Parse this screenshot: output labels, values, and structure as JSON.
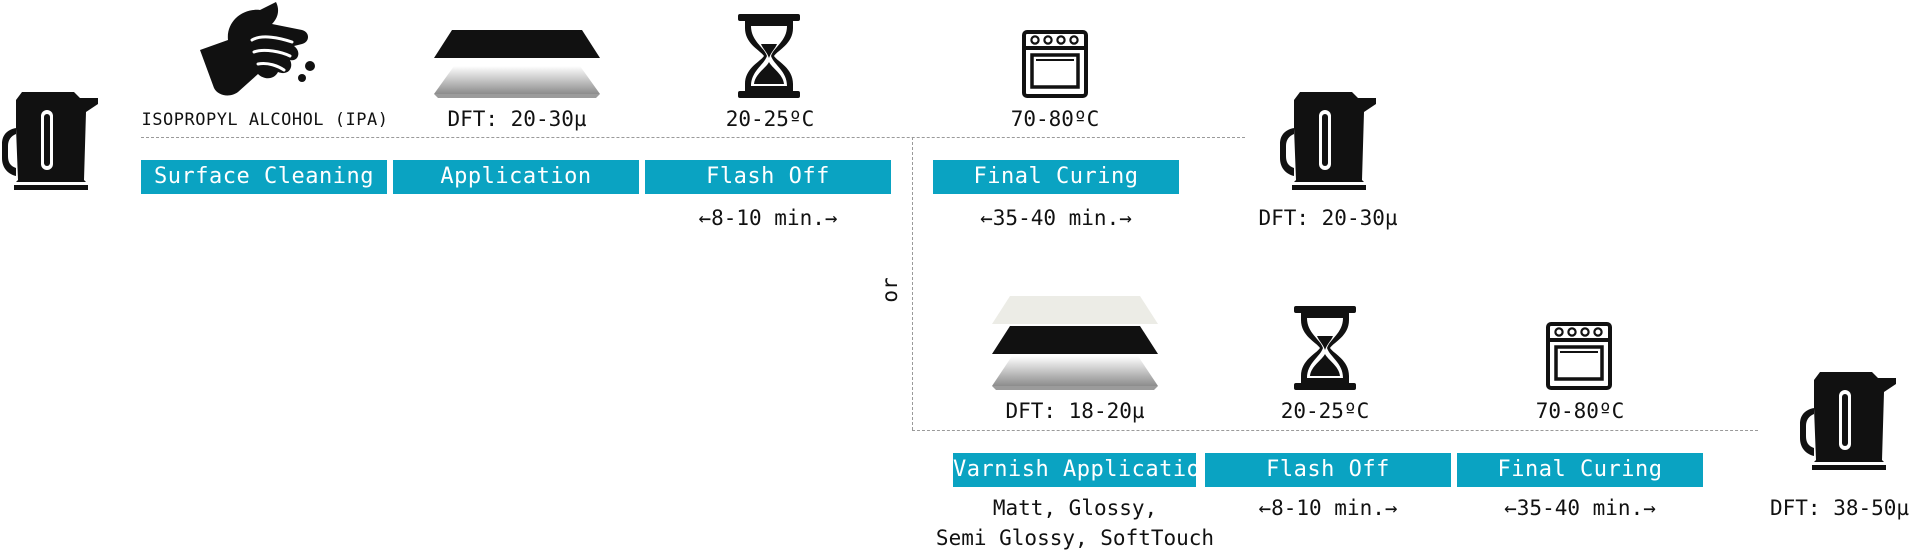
{
  "top": {
    "labels": {
      "cleaner": "ISOPROPYL ALCOHOL (IPA)",
      "application_dft": "DFT: 20-30µ",
      "flash_temp": "20-25ºC",
      "curing_temp": "70-80ºC"
    },
    "steps": [
      "Surface Cleaning",
      "Application",
      "Flash Off",
      "Final Curing"
    ],
    "flash_time": "←8-10 min.→",
    "curing_time": "←35-40 min.→",
    "result_dft": "DFT: 20-30µ"
  },
  "or_label": "or",
  "bottom": {
    "labels": {
      "varnish_dft": "DFT: 18-20µ",
      "flash_temp": "20-25ºC",
      "curing_temp": "70-80ºC"
    },
    "steps": [
      "Varnish Application",
      "Flash Off",
      "Final Curing"
    ],
    "finish_line1": "Matt, Glossy,",
    "finish_line2": "Semi Glossy, SoftTouch",
    "flash_time": "←8-10 min.→",
    "curing_time": "←35-40 min.→",
    "result_dft": "DFT: 38-50µ"
  },
  "colors": {
    "step_fill": "#0aa3c2",
    "step_text": "#ffffff",
    "icon": "#111111",
    "divider": "#9a9a9a"
  }
}
